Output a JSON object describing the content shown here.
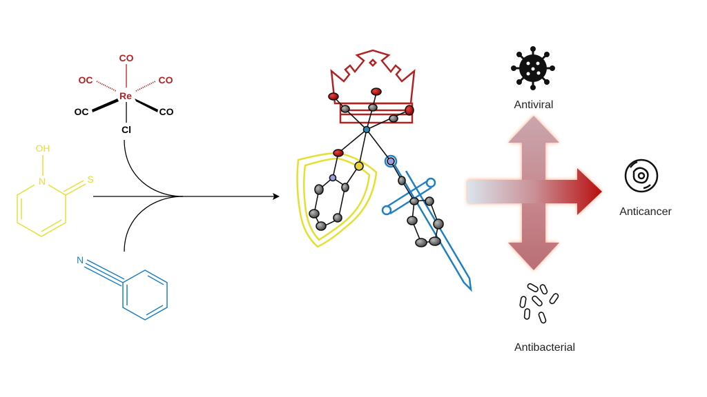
{
  "colors": {
    "rhenium": "#b22222",
    "ligand_hpt": "#e3e030",
    "ligand_nitrile": "#1f7fc4",
    "arrow_start": "#d8e2ea",
    "arrow_end": "#b80f0f",
    "glow": "#f6a07a"
  },
  "reactants": {
    "rhenium_complex": {
      "metal": "Re",
      "co_top": "CO",
      "co_upper_left": "OC",
      "co_upper_right": "CO",
      "co_lower_left": "OC",
      "co_lower_right": "CO",
      "halide": "Cl"
    },
    "pyridinethione": {
      "oh": "OH",
      "n": "N",
      "s": "S"
    },
    "benzonitrile": {
      "n": "N"
    }
  },
  "activities": {
    "top": {
      "label": "Antiviral",
      "icon": "virus-icon"
    },
    "right": {
      "label": "Anticancer",
      "icon": "cancer-cell-icon"
    },
    "bottom": {
      "label": "Antibacterial",
      "icon": "bacteria-icon"
    }
  }
}
